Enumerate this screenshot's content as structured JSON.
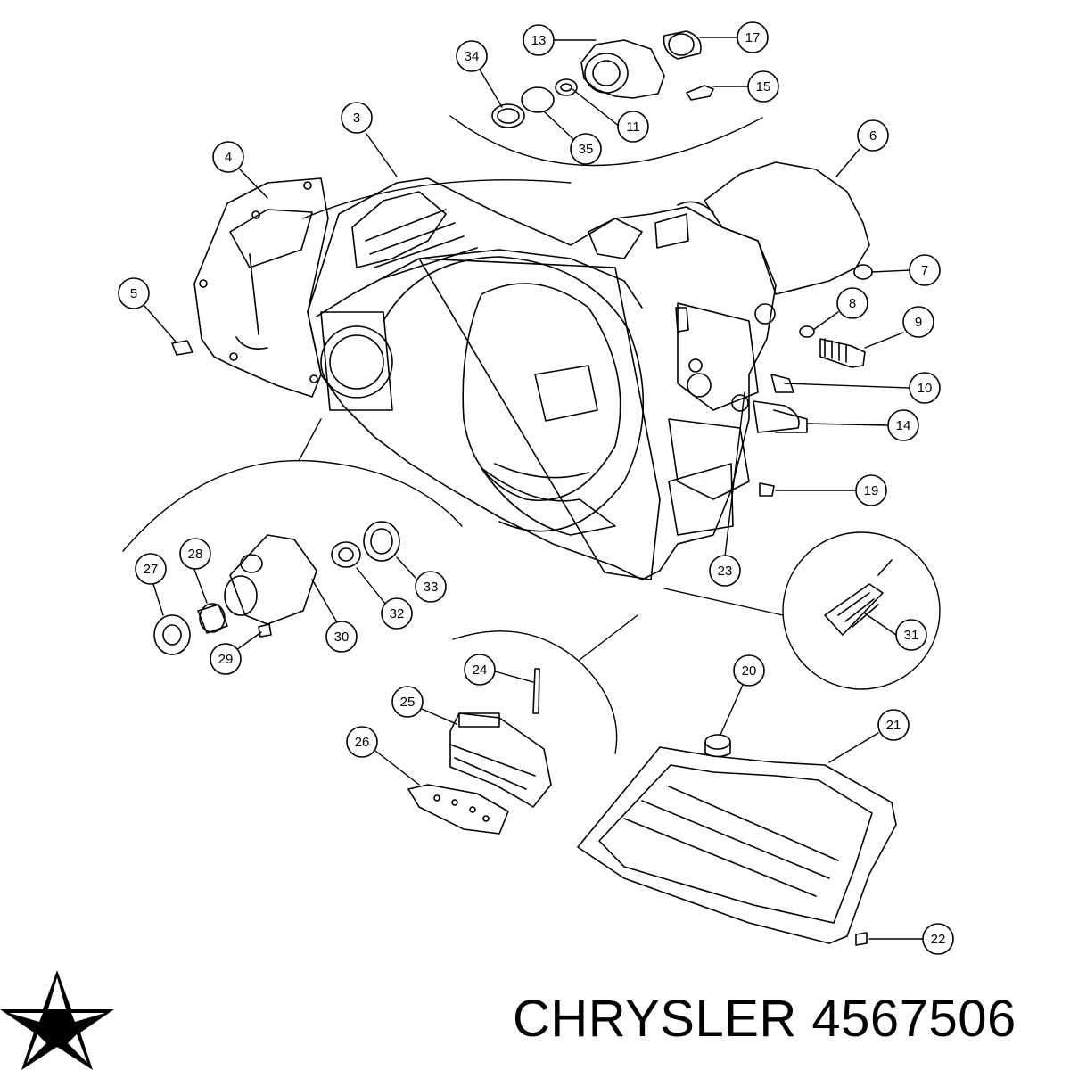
{
  "diagram": {
    "callouts": [
      {
        "id": "c13",
        "label": "13"
      },
      {
        "id": "c17",
        "label": "17"
      },
      {
        "id": "c34",
        "label": "34"
      },
      {
        "id": "c15",
        "label": "15"
      },
      {
        "id": "c11",
        "label": "11"
      },
      {
        "id": "c35",
        "label": "35"
      },
      {
        "id": "c3",
        "label": "3"
      },
      {
        "id": "c6",
        "label": "6"
      },
      {
        "id": "c4",
        "label": "4"
      },
      {
        "id": "c7",
        "label": "7"
      },
      {
        "id": "c5",
        "label": "5"
      },
      {
        "id": "c8",
        "label": "8"
      },
      {
        "id": "c9",
        "label": "9"
      },
      {
        "id": "c10",
        "label": "10"
      },
      {
        "id": "c14",
        "label": "14"
      },
      {
        "id": "c19",
        "label": "19"
      },
      {
        "id": "c28",
        "label": "28"
      },
      {
        "id": "c27",
        "label": "27"
      },
      {
        "id": "c33",
        "label": "33"
      },
      {
        "id": "c23",
        "label": "23"
      },
      {
        "id": "c32",
        "label": "32"
      },
      {
        "id": "c31",
        "label": "31"
      },
      {
        "id": "c30",
        "label": "30"
      },
      {
        "id": "c29",
        "label": "29"
      },
      {
        "id": "c24",
        "label": "24"
      },
      {
        "id": "c20",
        "label": "20"
      },
      {
        "id": "c25",
        "label": "25"
      },
      {
        "id": "c21",
        "label": "21"
      },
      {
        "id": "c26",
        "label": "26"
      },
      {
        "id": "c22",
        "label": "22"
      }
    ]
  },
  "footer": {
    "brand_logo_icon": "chrysler-pentastar-icon",
    "title": "CHRYSLER 4567506"
  }
}
